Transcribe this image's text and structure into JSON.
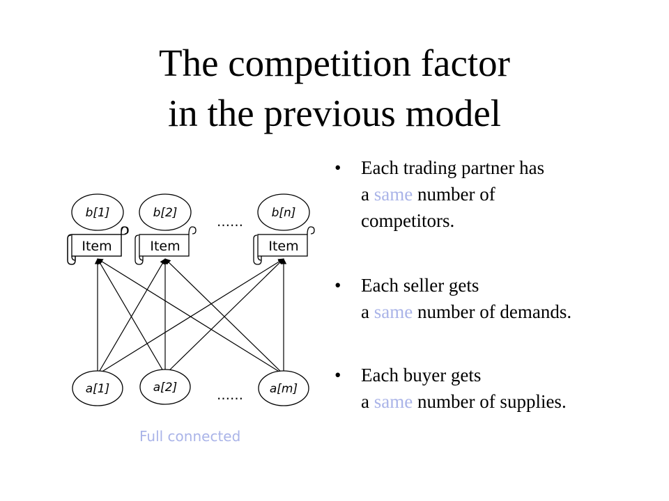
{
  "title": {
    "line1": "The competition factor",
    "line2": "in the previous model"
  },
  "diagram": {
    "top_nodes": [
      "b[1]",
      "b[2]",
      "b[n]"
    ],
    "item_label": "Item",
    "bottom_nodes": [
      "a[1]",
      "a[2]",
      "a[m]"
    ],
    "ellipsis": "……",
    "caption": "Full connected"
  },
  "bullets": [
    {
      "before": "Each trading partner has",
      "line2_prefix": "a ",
      "highlight": "same",
      "after": " number of",
      "line3": "competitors."
    },
    {
      "before": "Each seller gets",
      "line2_prefix": "a ",
      "highlight": "same",
      "after": " number of demands.",
      "line3": ""
    },
    {
      "before": "Each buyer gets",
      "line2_prefix": "a ",
      "highlight": "same",
      "after": " number of supplies.",
      "line3": ""
    }
  ],
  "colors": {
    "highlight": "#aab4e8",
    "text": "#000000"
  }
}
